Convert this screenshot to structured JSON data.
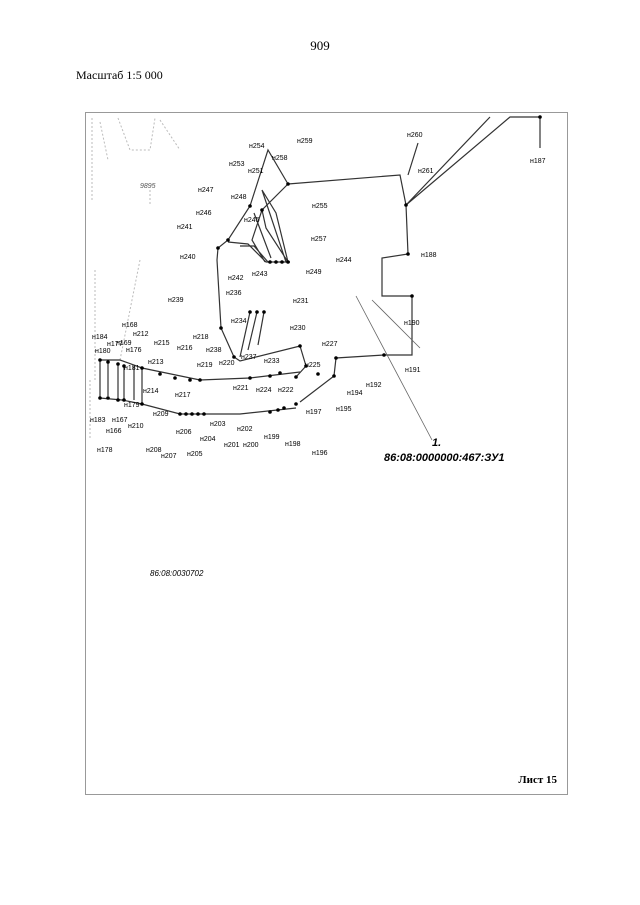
{
  "page_number": "909",
  "scale_label": "Масштаб 1:5 000",
  "sheet_label": "Лист 15",
  "parcel": {
    "number": "1.",
    "cadastral": "86:08:0000000:467:ЗУ1"
  },
  "quarter_label": "86:08:0030702",
  "fragment_label": "9895",
  "points": [
    {
      "id": "н187"
    },
    {
      "id": "н260"
    },
    {
      "id": "н261"
    },
    {
      "id": "н259"
    },
    {
      "id": "н254"
    },
    {
      "id": "н258"
    },
    {
      "id": "н253"
    },
    {
      "id": "н251"
    },
    {
      "id": "н247"
    },
    {
      "id": "н248"
    },
    {
      "id": "н255"
    },
    {
      "id": "н246"
    },
    {
      "id": "н245"
    },
    {
      "id": "н241"
    },
    {
      "id": "н257"
    },
    {
      "id": "н244"
    },
    {
      "id": "н240"
    },
    {
      "id": "н242"
    },
    {
      "id": "н243"
    },
    {
      "id": "н249"
    },
    {
      "id": "н188"
    },
    {
      "id": "н236"
    },
    {
      "id": "н231"
    },
    {
      "id": "н239"
    },
    {
      "id": "н234"
    },
    {
      "id": "н190"
    },
    {
      "id": "н230"
    },
    {
      "id": "н227"
    },
    {
      "id": "н238"
    },
    {
      "id": "н237"
    },
    {
      "id": "н233"
    },
    {
      "id": "н177"
    },
    {
      "id": "н168"
    },
    {
      "id": "н184"
    },
    {
      "id": "н212"
    },
    {
      "id": "н169"
    },
    {
      "id": "н176"
    },
    {
      "id": "н180"
    },
    {
      "id": "н215"
    },
    {
      "id": "н216"
    },
    {
      "id": "н218"
    },
    {
      "id": "н213"
    },
    {
      "id": "н219"
    },
    {
      "id": "н220"
    },
    {
      "id": "н225"
    },
    {
      "id": "н191"
    },
    {
      "id": "н181"
    },
    {
      "id": "н221"
    },
    {
      "id": "н224"
    },
    {
      "id": "н222"
    },
    {
      "id": "н194"
    },
    {
      "id": "н192"
    },
    {
      "id": "н214"
    },
    {
      "id": "н217"
    },
    {
      "id": "н179"
    },
    {
      "id": "н209"
    },
    {
      "id": "н195"
    },
    {
      "id": "н197"
    },
    {
      "id": "н183"
    },
    {
      "id": "н167"
    },
    {
      "id": "н210"
    },
    {
      "id": "н203"
    },
    {
      "id": "н166"
    },
    {
      "id": "н206"
    },
    {
      "id": "н202"
    },
    {
      "id": "н204"
    },
    {
      "id": "н199"
    },
    {
      "id": "н198"
    },
    {
      "id": "н201"
    },
    {
      "id": "н200"
    },
    {
      "id": "н208"
    },
    {
      "id": "н207"
    },
    {
      "id": "н205"
    },
    {
      "id": "н178"
    },
    {
      "id": "н196"
    }
  ]
}
